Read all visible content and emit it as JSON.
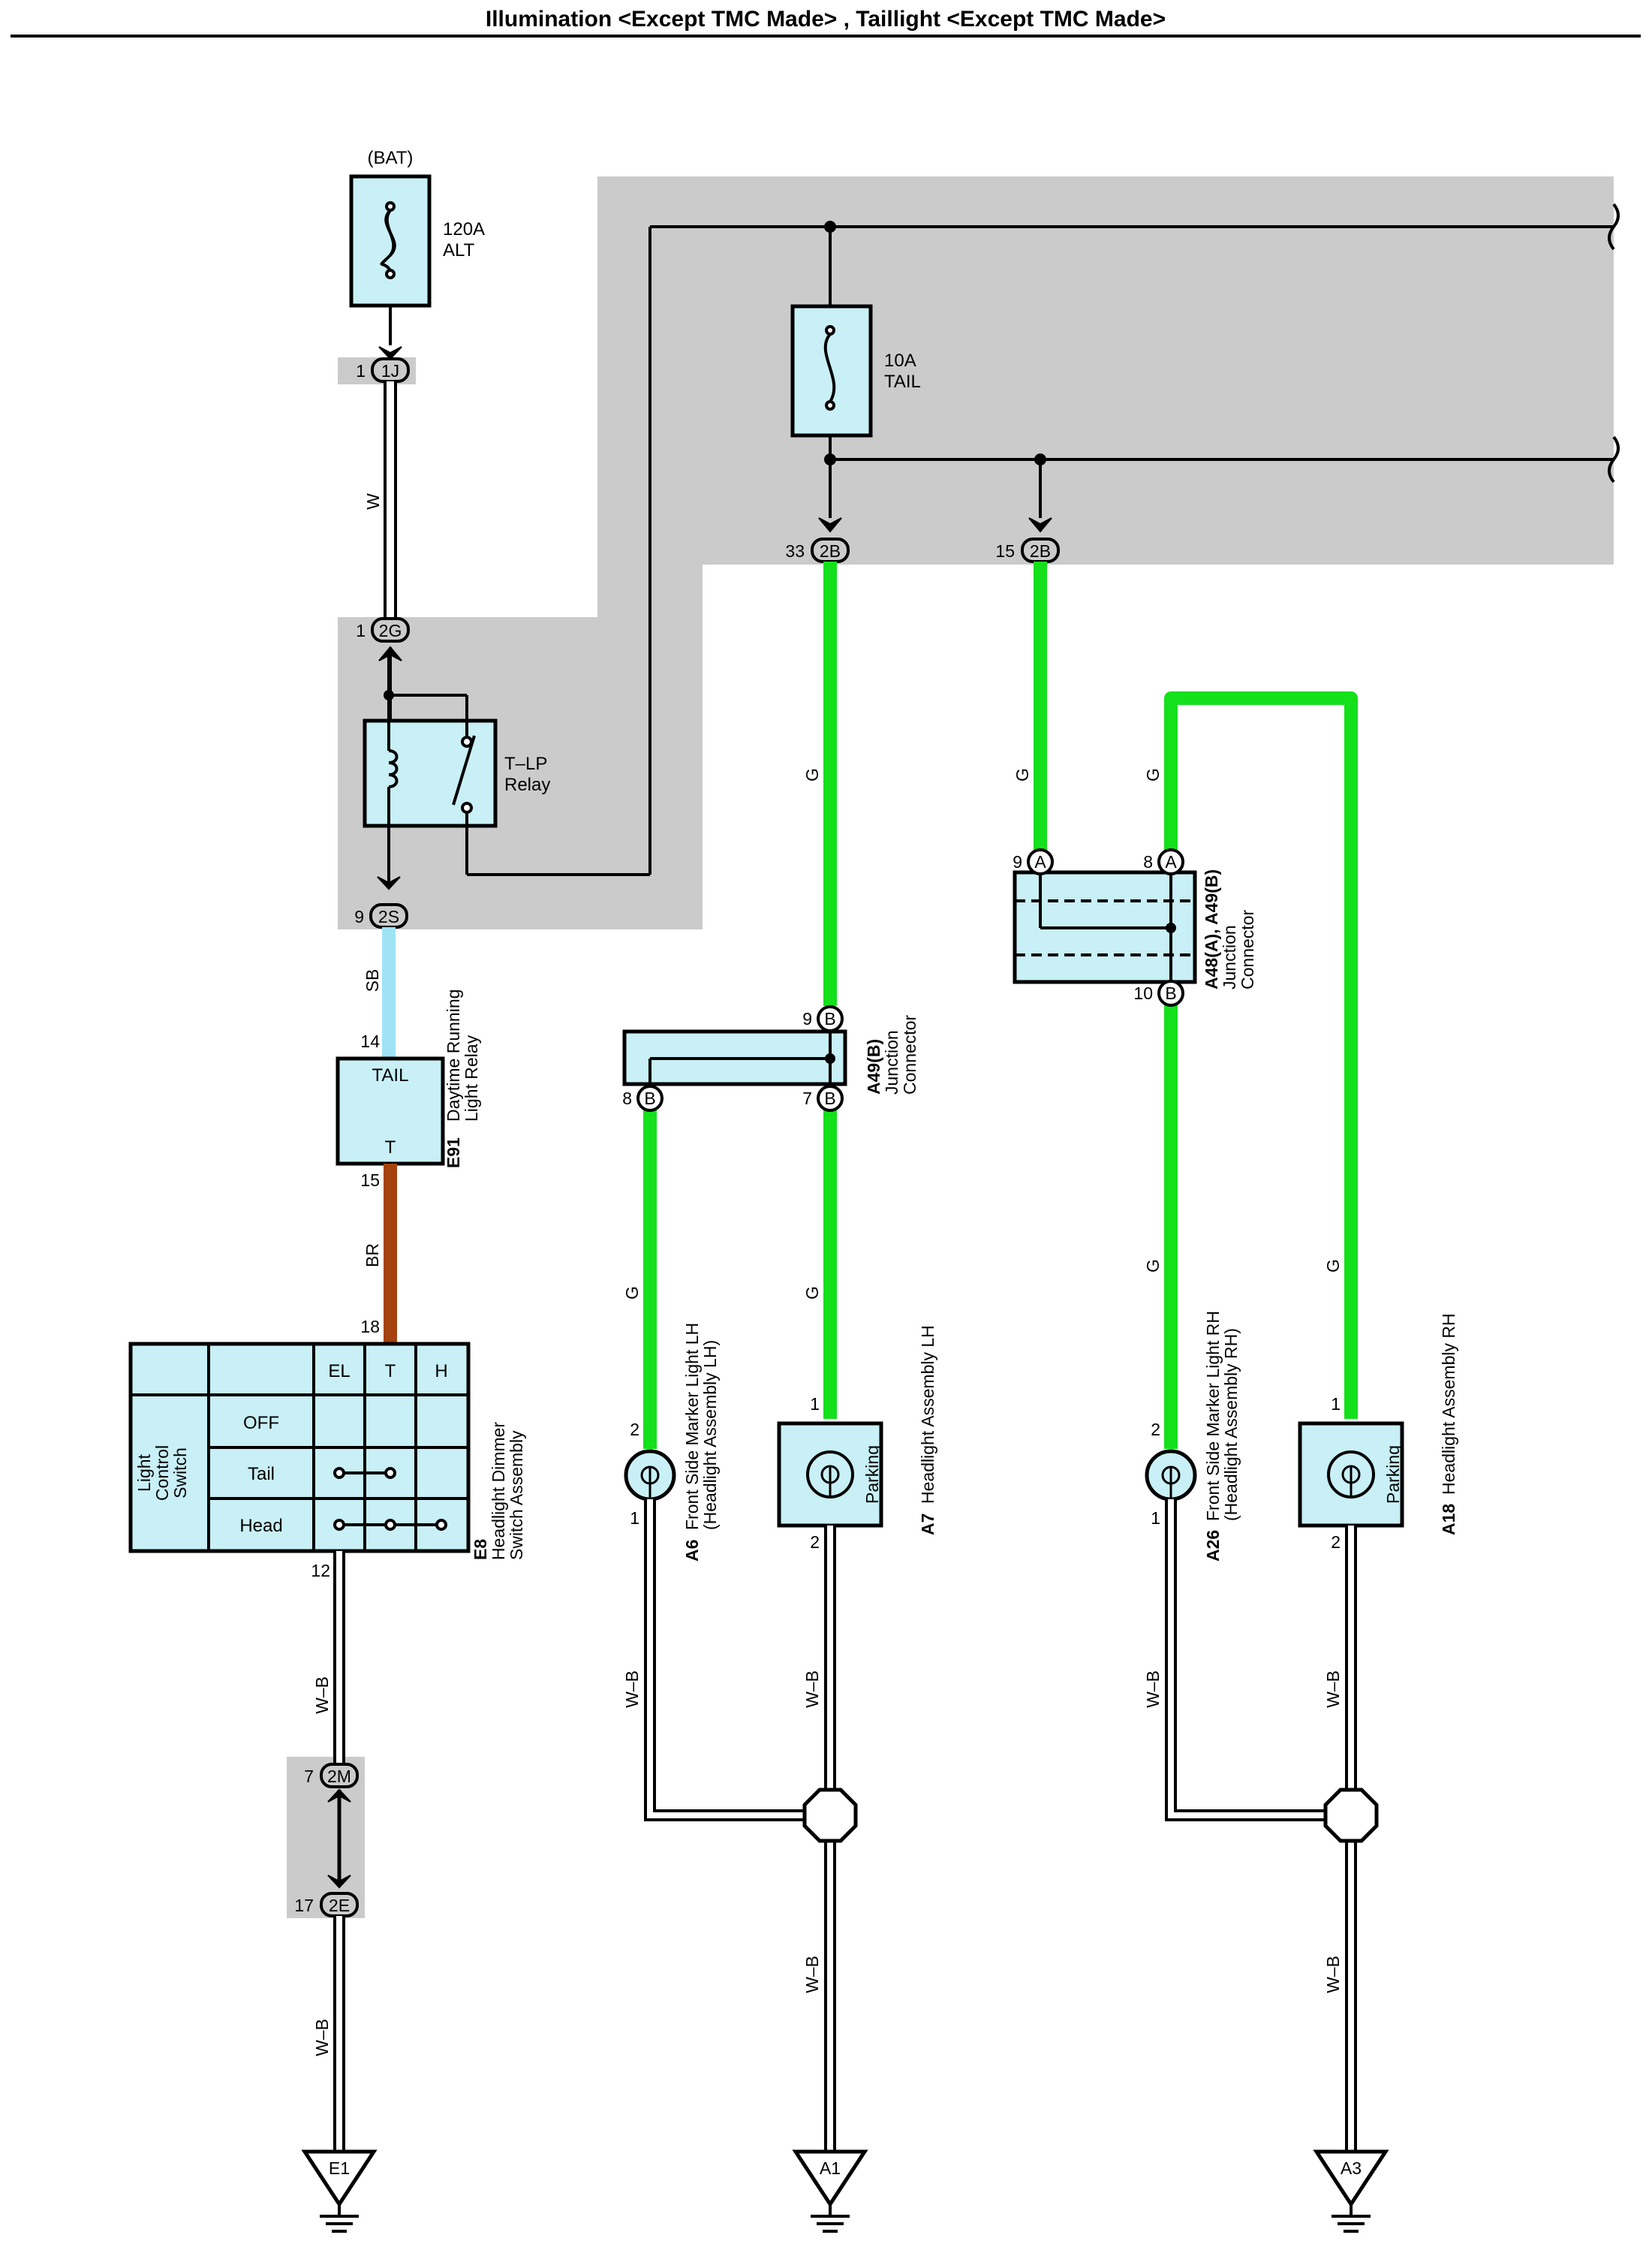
{
  "title": "Illumination <Except TMC Made> , Taillight <Except TMC Made>",
  "colors": {
    "shade": "#cbcbcb",
    "component_fill": "#c8f0f6",
    "green_wire": "#14e01c",
    "sky_blue_wire": "#9fe3f5",
    "brown_wire": "#a5420e",
    "outline": "#000000"
  },
  "labels": {
    "bat": "(BAT)",
    "fuse_alt_amps": "120A",
    "fuse_alt_name": "ALT",
    "fuse_tail_amps": "10A",
    "fuse_tail_name": "TAIL",
    "relay_line1": "T–LP",
    "relay_line2": "Relay"
  },
  "connectors": {
    "c1j": {
      "pin": "1",
      "id": "1J"
    },
    "c2g": {
      "pin": "1",
      "id": "2G"
    },
    "c2s": {
      "pin": "9",
      "id": "2S"
    },
    "c2b_33": {
      "pin": "33",
      "id": "2B"
    },
    "c2b_15": {
      "pin": "15",
      "id": "2B"
    },
    "c2m": {
      "pin": "7",
      "id": "2M"
    },
    "c2e": {
      "pin": "17",
      "id": "2E"
    },
    "a49_9": {
      "pin": "9",
      "id": "B"
    },
    "a49_8": {
      "pin": "8",
      "id": "B"
    },
    "a49_7": {
      "pin": "7",
      "id": "B"
    },
    "a48_9": {
      "pin": "9",
      "id": "A"
    },
    "a48_8": {
      "pin": "8",
      "id": "A"
    },
    "a48_10": {
      "pin": "10",
      "id": "B"
    }
  },
  "wires": {
    "w": "W",
    "sb": "SB",
    "br": "BR",
    "g": "G",
    "wb": "W–B"
  },
  "drl_relay": {
    "code": "E91",
    "name1": "Daytime Running",
    "name2": "Light Relay",
    "term_top": "TAIL",
    "term_bottom": "T",
    "pin_in": "14",
    "pin_out": "15"
  },
  "switch": {
    "code": "E8",
    "name1": "Headlight Dimmer",
    "name2": "Switch Assembly",
    "pin_in": "18",
    "pin_out": "12",
    "side_label1": "Light",
    "side_label2": "Control",
    "side_label3": "Switch",
    "columns": [
      "EL",
      "T",
      "H"
    ],
    "rows": [
      "OFF",
      "Tail",
      "Head"
    ]
  },
  "junction_a49": {
    "code": "A49(B)",
    "name1": "Junction",
    "name2": "Connector"
  },
  "junction_a48": {
    "code": "A48(A), A49(B)",
    "name1": "Junction",
    "name2": "Connector"
  },
  "a6": {
    "code": "A6",
    "name1": "Front Side Marker Light LH",
    "name2": "(Headlight Assembly LH)",
    "pin_top": "2",
    "pin_bottom": "1"
  },
  "a7": {
    "code": "A7",
    "name1": "Headlight Assembly LH",
    "inner": "Parking",
    "pin_top": "1",
    "pin_bottom": "2"
  },
  "a26": {
    "code": "A26",
    "name1": "Front Side Marker Light RH",
    "name2": "(Headlight Assembly RH)",
    "pin_top": "2",
    "pin_bottom": "1"
  },
  "a18": {
    "code": "A18",
    "name1": "Headlight Assembly RH",
    "inner": "Parking",
    "pin_top": "1",
    "pin_bottom": "2"
  },
  "grounds": [
    "E1",
    "A1",
    "A3"
  ]
}
